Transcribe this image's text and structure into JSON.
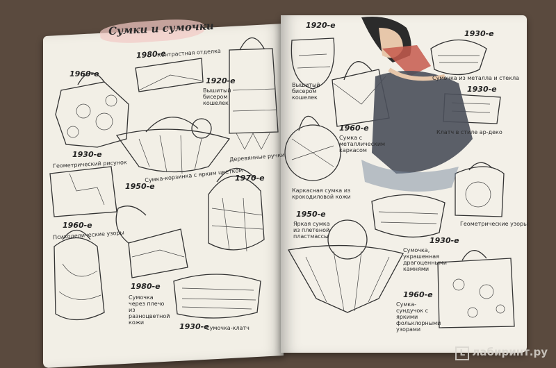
{
  "title": "Сумки и сумочки",
  "watermark": "лабиринт.ру",
  "watermark_mark": "L",
  "left_labels": {
    "l1980_year": "1980-е",
    "l1980_text": "Контрастная отделка",
    "l1960_year": "1960-е",
    "l1920_year": "1920-е",
    "l1920_text": "Вышитый бисером кошелек",
    "l1930_year": "1930-е",
    "l1930_text": "Геометрический рисунок",
    "l1950_year": "1950-е",
    "l1950_text": "Сумка-корзинка с ярким цветком",
    "l1970_year": "1970-е",
    "l1970_text": "Деревянные ручки",
    "l1960b_year": "1960-е",
    "l1960b_text": "Психоделические узоры",
    "l1980b_year": "1980-е",
    "l1980b_text": "Сумочка через плечо из разноцветной кожи",
    "l1930b_year": "1930-е",
    "l1930b_text": "Сумочка-клатч"
  },
  "right_labels": {
    "r1920_year": "1920-е",
    "r1920_text": "Вышитый бисером кошелек",
    "r1930_year": "1930-е",
    "r1930_text": "Сумочка из металла и стекла",
    "r1930b_year": "1930-е",
    "r1930b_text": "Клатч в стиле ар-деко",
    "r1960_year": "1960-е",
    "r1960_text": "Сумка с металлическим каркасом",
    "r_croc_text": "Каркасная сумка из крокодиловой кожи",
    "r_geo_text": "Геометрические узоры",
    "r1950_year": "1950-е",
    "r1950_text": "Яркая сумка из плетеной пластмассы",
    "r1930c_year": "1930-е",
    "r1930c_text": "Сумочка, украшенная драгоценными камнями",
    "r1960b_year": "1960-е",
    "r1960b_text": "Сумка-сундучок с яркими фольклорными узорами"
  }
}
